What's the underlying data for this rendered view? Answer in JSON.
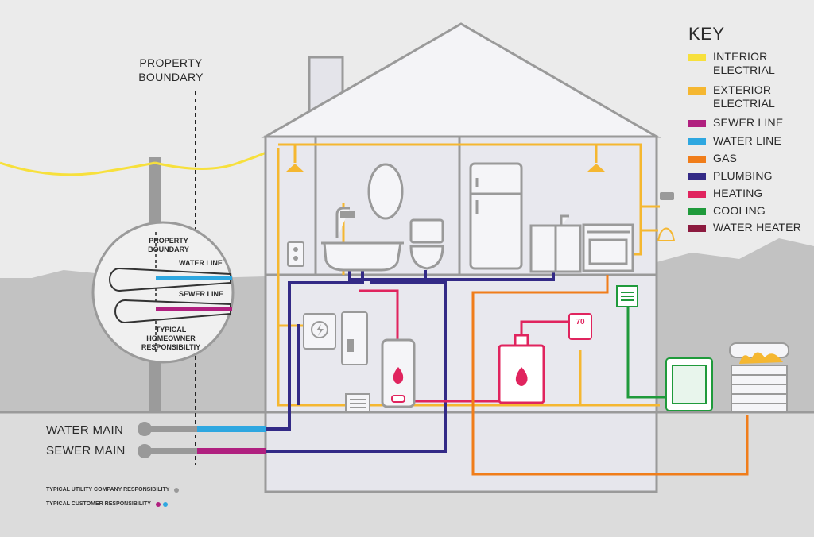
{
  "property_boundary": {
    "line1": "PROPERTY",
    "line2": "BOUNDARY"
  },
  "key": {
    "title": "KEY",
    "items": [
      {
        "lines": [
          "INTERIOR",
          "ELECTRIAL"
        ],
        "color": "#f7e03c"
      },
      {
        "lines": [
          "EXTERIOR",
          "ELECTRIAL"
        ],
        "color": "#f5b731"
      },
      {
        "lines": [
          "SEWER LINE"
        ],
        "color": "#b0207f"
      },
      {
        "lines": [
          "WATER LINE"
        ],
        "color": "#2ea7e0"
      },
      {
        "lines": [
          "GAS"
        ],
        "color": "#f07d1a"
      },
      {
        "lines": [
          "PLUMBING"
        ],
        "color": "#332a86"
      },
      {
        "lines": [
          "HEATING"
        ],
        "color": "#e0245e"
      },
      {
        "lines": [
          "COOLING"
        ],
        "color": "#1f9a3b"
      },
      {
        "lines": [
          "WATER HEATER"
        ],
        "color": "#8c1a3f"
      }
    ]
  },
  "mains": {
    "water": "WATER MAIN",
    "sewer": "SEWER MAIN"
  },
  "notes": {
    "utility": "TYPICAL UTILITY  COMPANY RESPONSIBILITY",
    "customer": "TYPICAL CUSTOMER RESPONSIBILITY"
  },
  "inset": {
    "property_boundary": [
      "PROPERTY",
      "BOUNDARY"
    ],
    "water_line": "WATER LINE",
    "sewer_line": "SEWER LINE",
    "responsibility": [
      "TYPICAL",
      "HOMEOWNER",
      "RESPONSIBILTIY"
    ]
  },
  "thermostat": {
    "value": "70"
  },
  "colors": {
    "interior_electrical": "#f7e03c",
    "exterior_electrical": "#f5b731",
    "sewer": "#b0207f",
    "water": "#2ea7e0",
    "gas": "#f07d1a",
    "plumbing": "#332a86",
    "heating": "#e0245e",
    "cooling": "#1f9a3b",
    "water_heater": "#8c1a3f",
    "house_outline": "#9a9a9a",
    "utility_gray": "#999999"
  }
}
